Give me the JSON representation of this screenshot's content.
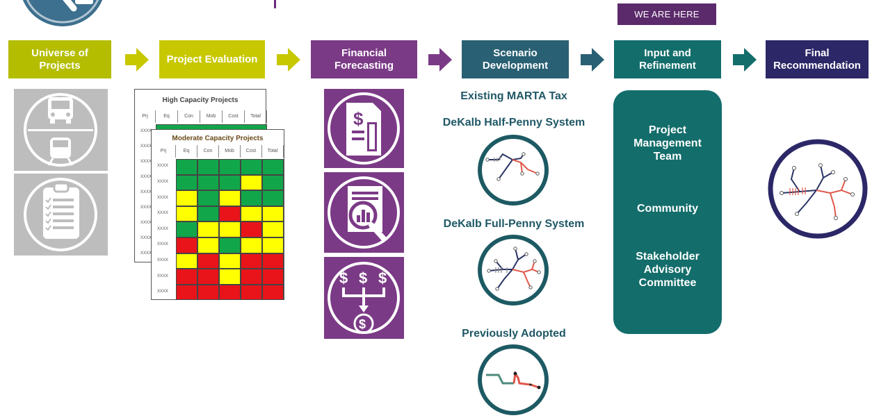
{
  "banner": {
    "label": "WE ARE HERE"
  },
  "steps": [
    {
      "label": "Universe of\nProjects",
      "color": "#b4bd00"
    },
    {
      "label": "Project Evaluation",
      "color": "#c8c800"
    },
    {
      "label": "Financial\nForecasting",
      "color": "#7b3a86"
    },
    {
      "label": "Scenario\nDevelopment",
      "color": "#2a6073"
    },
    {
      "label": "Input and\nRefinement",
      "color": "#136d6b"
    },
    {
      "label": "Final\nRecommendation",
      "color": "#2c2767"
    }
  ],
  "arrow_colors": [
    "#c8c800",
    "#c8c800",
    "#7b3a86",
    "#2a6073",
    "#136d6b"
  ],
  "evaluation": {
    "back_table": {
      "title": "High Capacity Projects",
      "headers": [
        "Prj",
        "Eq",
        "Con",
        "Mob",
        "Cost",
        "Total"
      ],
      "rows": [
        "XXXX",
        "XXXX",
        "XXXX",
        "XXXX",
        "XXXX",
        "XXXX",
        "XXXX",
        "XXXX",
        "XXXX"
      ]
    },
    "front_table": {
      "title": "Moderate Capacity Projects",
      "headers": [
        "Prj",
        "Eq",
        "Con",
        "Mob",
        "Cost",
        "Total"
      ],
      "rows": [
        "XXXX",
        "XXXX",
        "XXXX",
        "XXXX",
        "XXXX",
        "XXXX",
        "XXXX",
        "XXXX",
        "XXXX"
      ],
      "cells": [
        [
          "G",
          "G",
          "G",
          "G",
          "G"
        ],
        [
          "G",
          "G",
          "G",
          "Y",
          "G"
        ],
        [
          "Y",
          "G",
          "Y",
          "G",
          "G"
        ],
        [
          "Y",
          "G",
          "R",
          "Y",
          "Y"
        ],
        [
          "G",
          "Y",
          "Y",
          "R",
          "Y"
        ],
        [
          "R",
          "Y",
          "G",
          "Y",
          "Y"
        ],
        [
          "Y",
          "R",
          "Y",
          "R",
          "R"
        ],
        [
          "R",
          "R",
          "Y",
          "R",
          "R"
        ],
        [
          "R",
          "R",
          "R",
          "R",
          "R"
        ]
      ]
    },
    "cell_colors": {
      "G": "#12a64a",
      "Y": "#ffff00",
      "R": "#e8141a"
    }
  },
  "scenarios": [
    {
      "label": "Existing MARTA Tax"
    },
    {
      "label": "DeKalb Half-Penny System"
    },
    {
      "label": "DeKalb Full-Penny System"
    },
    {
      "label": "Previously Adopted"
    }
  ],
  "input_refinement": [
    {
      "label": "Project\nManagement\nTeam"
    },
    {
      "label": "Community"
    },
    {
      "label": "Stakeholder\nAdvisory\nCommittee"
    }
  ],
  "icons": {
    "logo": "magnifier-bus-logo",
    "universe": [
      "bus-icon",
      "train-icon",
      "clipboard-checklist-icon"
    ],
    "financial": [
      "dollar-document-icon",
      "magnifier-bar-chart-icon",
      "dollar-funnel-icon"
    ]
  }
}
